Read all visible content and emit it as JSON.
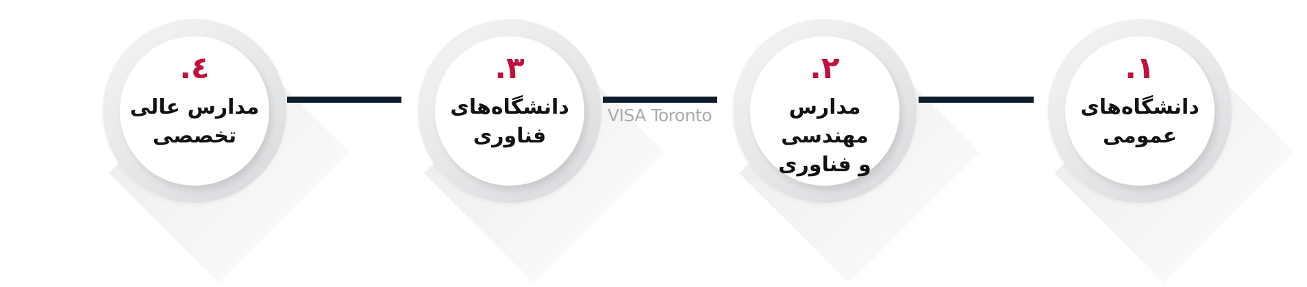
{
  "steps": [
    {
      "number": "۱.",
      "title": "دانشگاه‌های\nعمومی"
    },
    {
      "number": "۲.",
      "title": "مدارس مهندسی\nو فناوری"
    },
    {
      "number": "۳.",
      "title": "دانشگاه‌های\nفناوری"
    },
    {
      "number": "٤.",
      "title": "مدارس عالی\nتخصصی"
    }
  ],
  "watermark": "VISA Toronto",
  "colors": {
    "number": "#c2103d",
    "title": "#111111",
    "connector": "#0f1c2b",
    "background": "#ffffff"
  }
}
